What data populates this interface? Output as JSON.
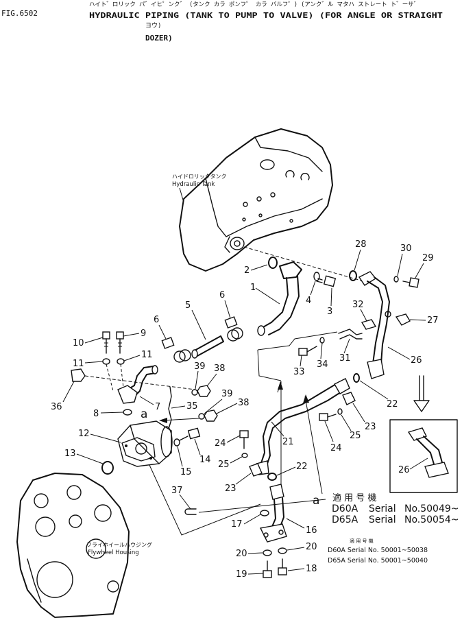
{
  "header": {
    "fig_label": "FIG.6502",
    "title_kana": "ハイト゛ロリック パ゛イヒ゜ンク゛ (タンク カラ ポンフ゜ カラ バルフ゜) (アンク゛ル マタハ ストレート ト゛ーサ゛",
    "title_en_1": "HYDRAULIC PIPING (TANK TO PUMP TO VALVE) (FOR ANGLE OR STRAIGHT",
    "title_kana_2": "ヨウ)",
    "title_en_2": "DOZER)"
  },
  "labels": {
    "tank_jp": "ハイドロリックタンク",
    "tank_en": "Hydraulic  Tank",
    "flywheel_jp": "フライホイールハウジング",
    "flywheel_en": "Flywheel  Housing"
  },
  "callouts": {
    "c1": "1",
    "c2": "2",
    "c3": "3",
    "c4": "4",
    "c5": "5",
    "c6a": "6",
    "c6b": "6",
    "c7": "7",
    "c8": "8",
    "c9": "9",
    "c10": "10",
    "c11a": "11",
    "c11b": "11",
    "c12": "12",
    "c13": "13",
    "c14": "14",
    "c15": "15",
    "c16": "16",
    "c17": "17",
    "c18": "18",
    "c19": "19",
    "c20a": "20",
    "c20b": "20",
    "c21": "21",
    "c22a": "22",
    "c22b": "22",
    "c23a": "23",
    "c23b": "23",
    "c24a": "24",
    "c24b": "24",
    "c25a": "25",
    "c25b": "25",
    "c26a": "26",
    "c26b": "26",
    "c27": "27",
    "c28": "28",
    "c29": "29",
    "c30": "30",
    "c31": "31",
    "c32": "32",
    "c33": "33",
    "c34": "34",
    "c35": "35",
    "c36": "36",
    "c37": "37",
    "c38a": "38",
    "c38b": "38",
    "c39a": "39",
    "c39b": "39",
    "ref_a1": "a",
    "ref_a2": "a"
  },
  "serial_big": {
    "heading": "適 用 号 機",
    "row1_model": "D60A",
    "row1_serial": "Serial",
    "row1_no": "No.50049~",
    "row2_model": "D65A",
    "row2_serial": "Serial",
    "row2_no": "No.50054~"
  },
  "serial_small": {
    "heading": "適 用 号 機",
    "row1": "D60A Serial No.  50001~50038",
    "row2": "D65A Serial No.  50001~50040"
  }
}
